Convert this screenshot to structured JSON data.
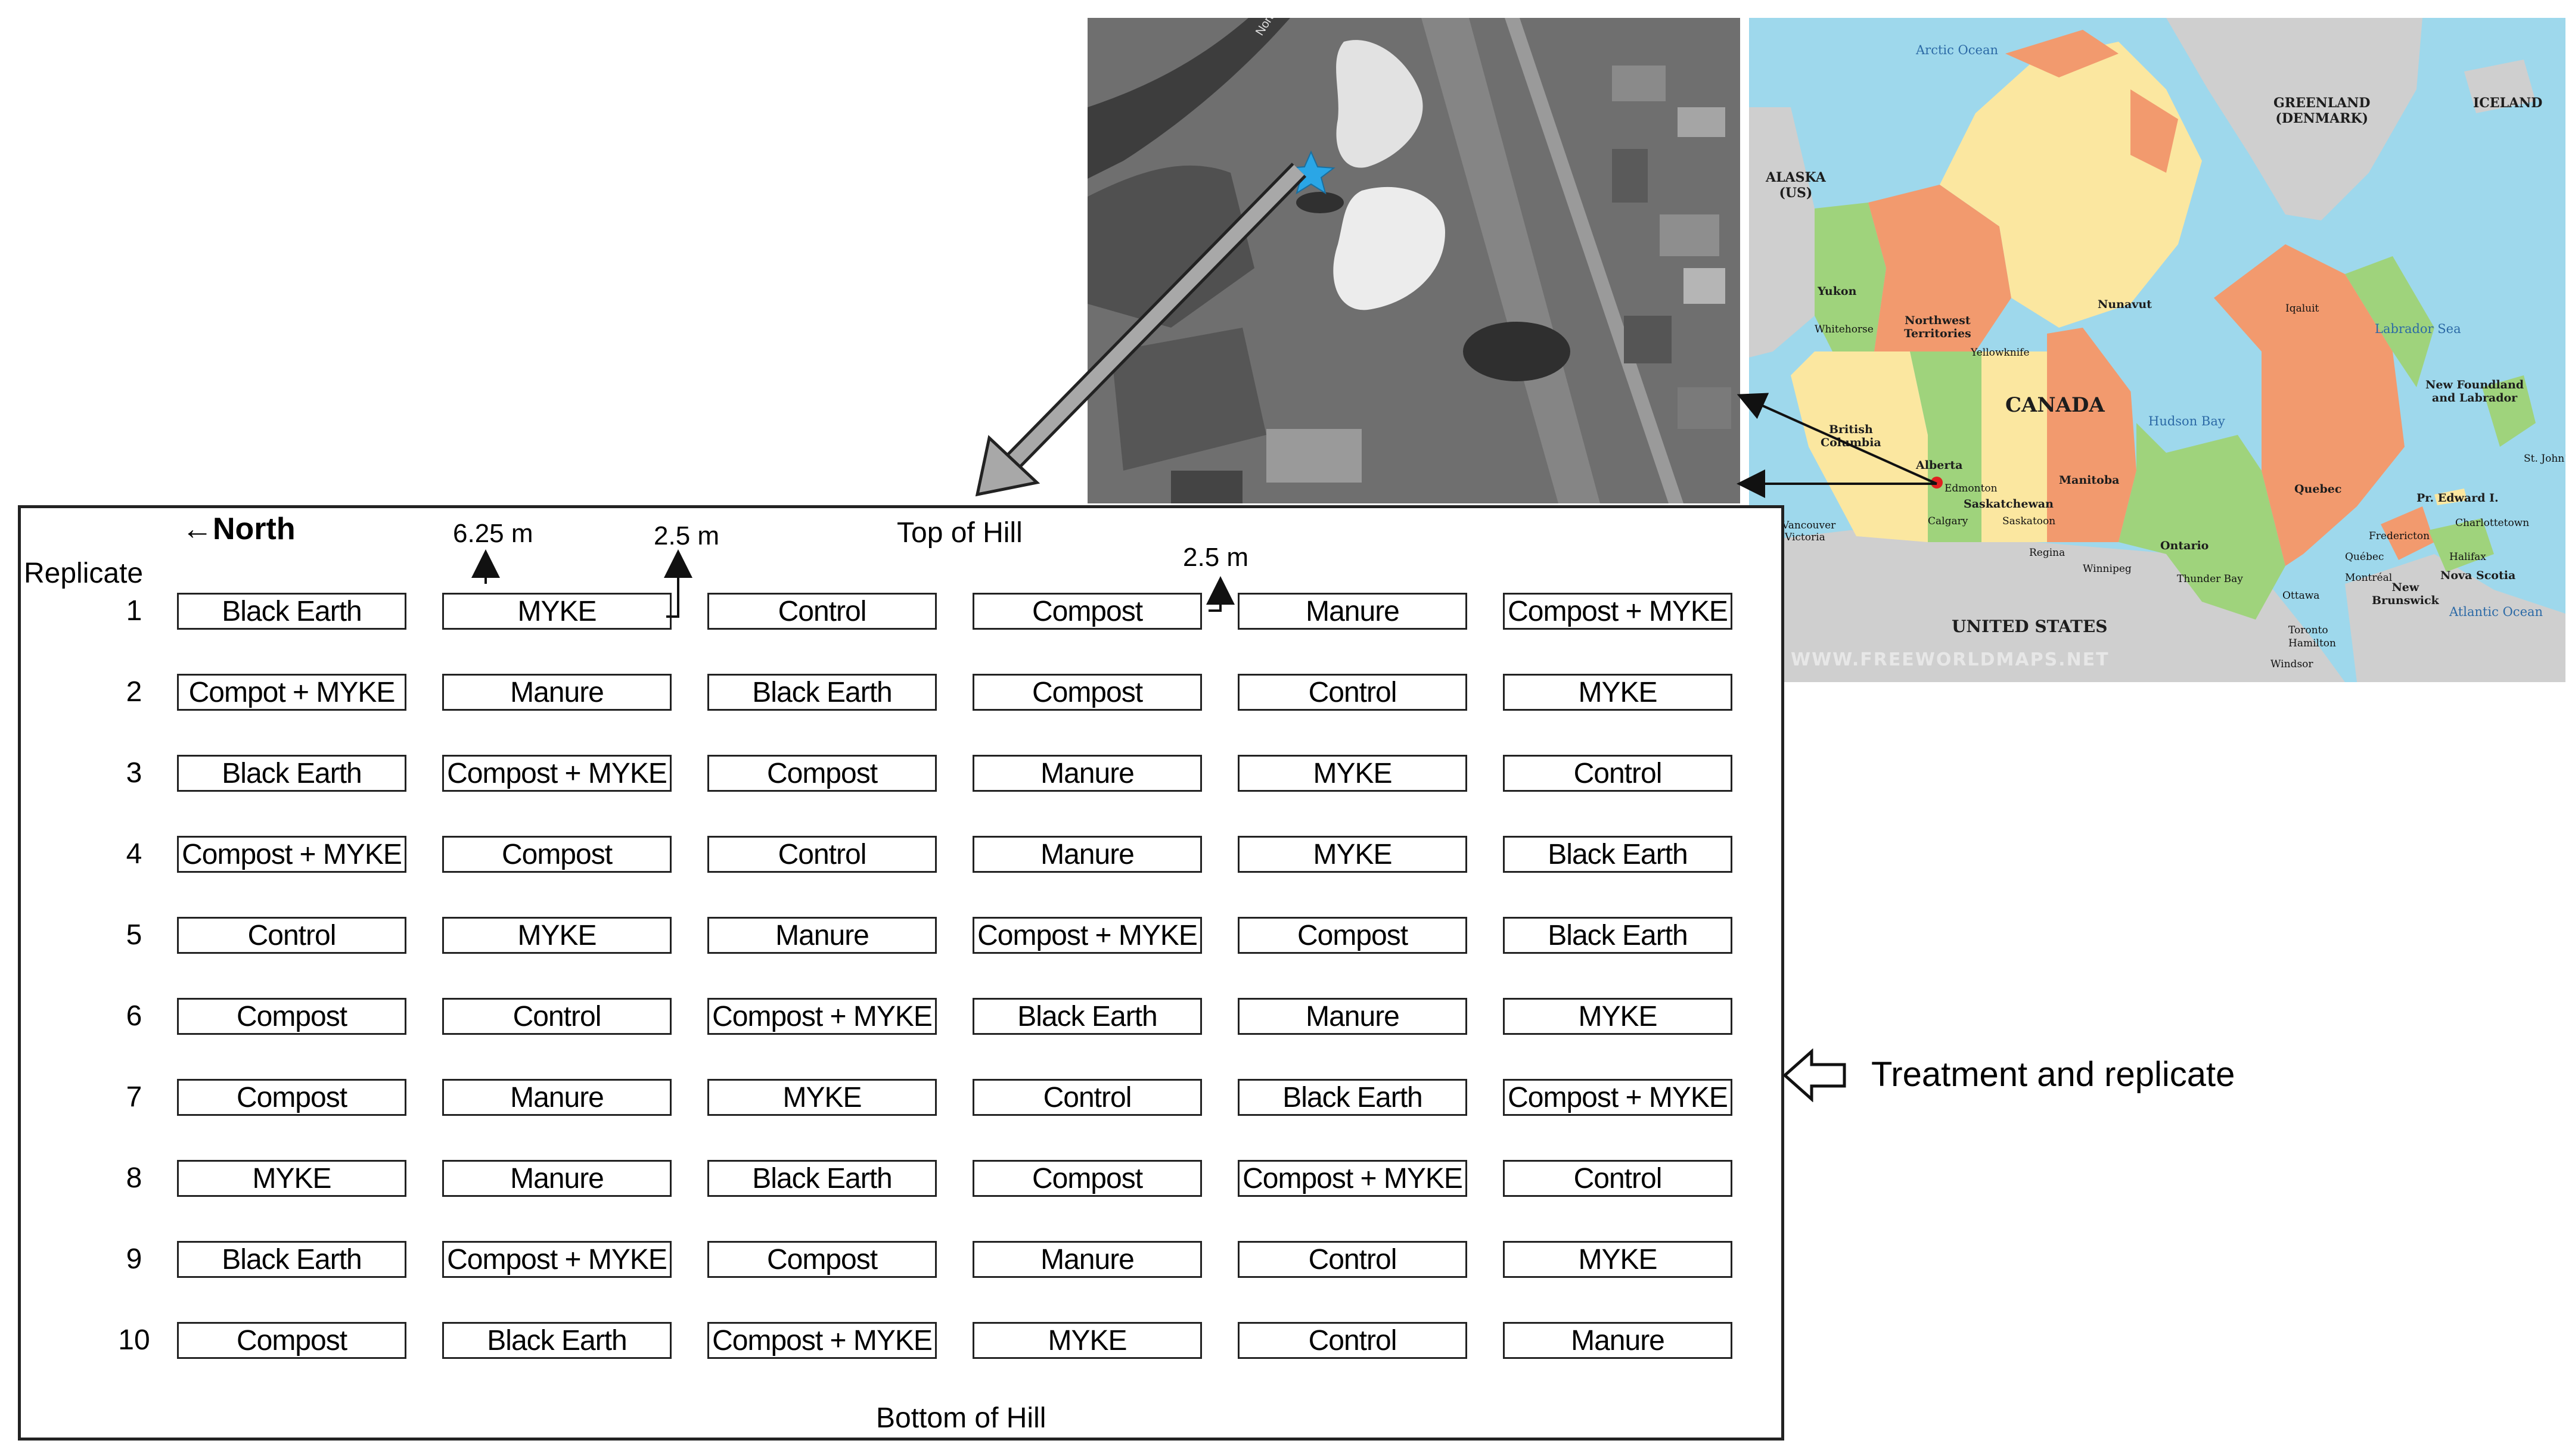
{
  "aerial": {
    "north_label": "North"
  },
  "map": {
    "countries": {
      "canada": "CANADA",
      "us": "UNITED STATES",
      "alaska": "ALASKA\n(US)",
      "greenland": "GREENLAND\n(DENMARK)",
      "iceland": "ICELAND"
    },
    "water": {
      "arctic": "Arctic Ocean",
      "labrador_sea": "Labrador Sea",
      "hudson_bay": "Hudson Bay",
      "atlantic": "Atlantic Ocean"
    },
    "provinces": {
      "yukon": "Yukon",
      "nwt": "Northwest\nTerritories",
      "nunavut": "Nunavut",
      "bc": "British\nColumbia",
      "alberta": "Alberta",
      "saskatchewan": "Saskatchewan",
      "manitoba": "Manitoba",
      "ontario": "Ontario",
      "quebec": "Quebec",
      "nl": "New Foundland\nand Labrador",
      "pei": "Pr. Edward I.",
      "ns": "Nova Scotia",
      "nb": "New\nBrunswick"
    },
    "cities": {
      "whitehorse": "Whitehorse",
      "yellowknife": "Yellowknife",
      "iqaluit": "Iqaluit",
      "edmonton": "Edmonton",
      "calgary": "Calgary",
      "saskatoon": "Saskatoon",
      "regina": "Regina",
      "winnipeg": "Winnipeg",
      "thunder_bay": "Thunder Bay",
      "ottawa": "Ottawa",
      "toronto": "Toronto",
      "hamilton": "Hamilton",
      "windsor": "Windsor",
      "quebec_city": "Québec",
      "montreal": "Montréal",
      "fredericton": "Fredericton",
      "charlottetown": "Charlottetown",
      "halifax": "Halifax",
      "st_johns": "St. John's",
      "vancouver": "Vancouver",
      "victoria": "Victoria"
    },
    "watermark": "WWW.FREEWORLDMAPS.NET"
  },
  "layout": {
    "north": "←North",
    "top_of_hill": "Top of Hill",
    "bottom_of_hill": "Bottom of Hill",
    "replicate_header": "Replicate",
    "dim_width": "6.25 m",
    "dim_gap": "2.5 m",
    "dim_row_gap": "2.5 m",
    "rows": [
      {
        "replicate": "1",
        "treatments": [
          "Black Earth",
          "MYKE",
          "Control",
          "Compost",
          "Manure",
          "Compost + MYKE"
        ]
      },
      {
        "replicate": "2",
        "treatments": [
          "Compot + MYKE",
          "Manure",
          "Black Earth",
          "Compost",
          "Control",
          "MYKE"
        ]
      },
      {
        "replicate": "3",
        "treatments": [
          "Black Earth",
          "Compost + MYKE",
          "Compost",
          "Manure",
          "MYKE",
          "Control"
        ]
      },
      {
        "replicate": "4",
        "treatments": [
          "Compost + MYKE",
          "Compost",
          "Control",
          "Manure",
          "MYKE",
          "Black Earth"
        ]
      },
      {
        "replicate": "5",
        "treatments": [
          "Control",
          "MYKE",
          "Manure",
          "Compost + MYKE",
          "Compost",
          "Black Earth"
        ]
      },
      {
        "replicate": "6",
        "treatments": [
          "Compost",
          "Control",
          "Compost + MYKE",
          "Black Earth",
          "Manure",
          "MYKE"
        ]
      },
      {
        "replicate": "7",
        "treatments": [
          "Compost",
          "Manure",
          "MYKE",
          "Control",
          "Black Earth",
          "Compost + MYKE"
        ]
      },
      {
        "replicate": "8",
        "treatments": [
          "MYKE",
          "Manure",
          "Black Earth",
          "Compost",
          "Compost + MYKE",
          "Control"
        ]
      },
      {
        "replicate": "9",
        "treatments": [
          "Black Earth",
          "Compost + MYKE",
          "Compost",
          "Manure",
          "Control",
          "MYKE"
        ]
      },
      {
        "replicate": "10",
        "treatments": [
          "Compost",
          "Black Earth",
          "Compost + MYKE",
          "MYKE",
          "Control",
          "Manure"
        ]
      }
    ]
  },
  "callout": {
    "label": "Treatment and replicate"
  },
  "colors": {
    "province_green": "#9fd37c",
    "province_orange": "#f29a6e",
    "province_yellow": "#fbe7a0",
    "water": "#9ed8ec",
    "land_grey": "#cfcfcf",
    "site_star": "#2aa6e6"
  }
}
